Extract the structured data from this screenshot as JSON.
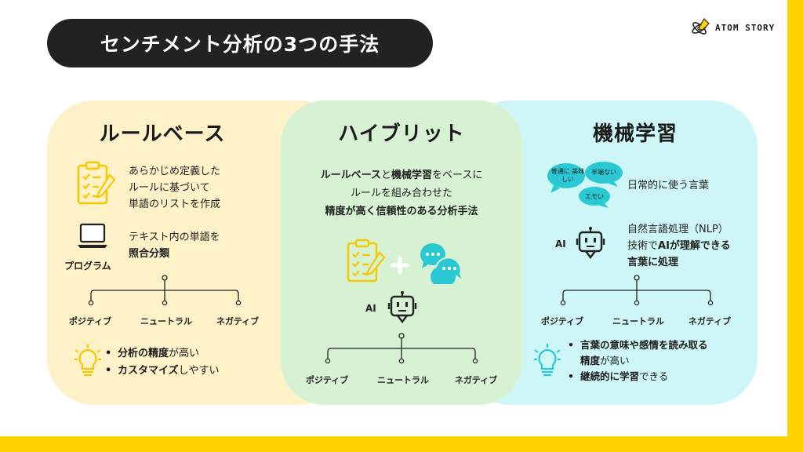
{
  "title": "センチメント分析の3つの手法",
  "logo": {
    "text": "ATOM STORY",
    "icon": "atom-pen-icon"
  },
  "colors": {
    "accent": "#ffd200",
    "dark": "#222222",
    "rule": "#fdf1c8",
    "hybrid": "#d6f2d2",
    "ml": "#cef6f6",
    "iconYellow": "#f5c800",
    "iconCyan": "#2ac8d2"
  },
  "rule_based": {
    "heading": "ルールベース",
    "desc": [
      "あらかじめ定義した",
      "ルールに基づいて",
      "単語のリストを作成"
    ],
    "match_pre": "テキスト内の単語を",
    "match_bold": "照合分類",
    "program_label": "プログラム",
    "branches": [
      "ポジティブ",
      "ニュートラル",
      "ネガティブ"
    ],
    "merits": [
      {
        "bold": "分析の精度",
        "rest": "が高い"
      },
      {
        "bold": "カスタマイズ",
        "rest": "しやすい"
      }
    ]
  },
  "hybrid": {
    "heading": "ハイブリット",
    "line1": {
      "b1": "ルールベース",
      "m1": "と",
      "b2": "機械学習",
      "m2": "をベースに"
    },
    "line2": "ルールを組み合わせた",
    "line3": "精度が高く信頼性のある分析手法",
    "ai_label": "AI",
    "branches": [
      "ポジティブ",
      "ニュートラル",
      "ネガティブ"
    ]
  },
  "ml": {
    "heading": "機械学習",
    "bubbles": [
      "普通に 美味しい",
      "半端ない",
      "エモい"
    ],
    "daily_words": "日常的に使う言葉",
    "nlp_line1": "自然言語処理（NLP）",
    "nlp_line2_pre": "技術で",
    "nlp_line2_bold": "AIが理解できる",
    "nlp_line3": "言葉に処理",
    "ai_label": "AI",
    "branches": [
      "ポジティブ",
      "ニュートラル",
      "ネガティブ"
    ],
    "merits_line1": "言葉の意味や感情を読み取る",
    "merits_line2_bold": "精度",
    "merits_line2_rest": "が高い",
    "merits2_bold": "継続的に学習",
    "merits2_rest": "できる"
  }
}
